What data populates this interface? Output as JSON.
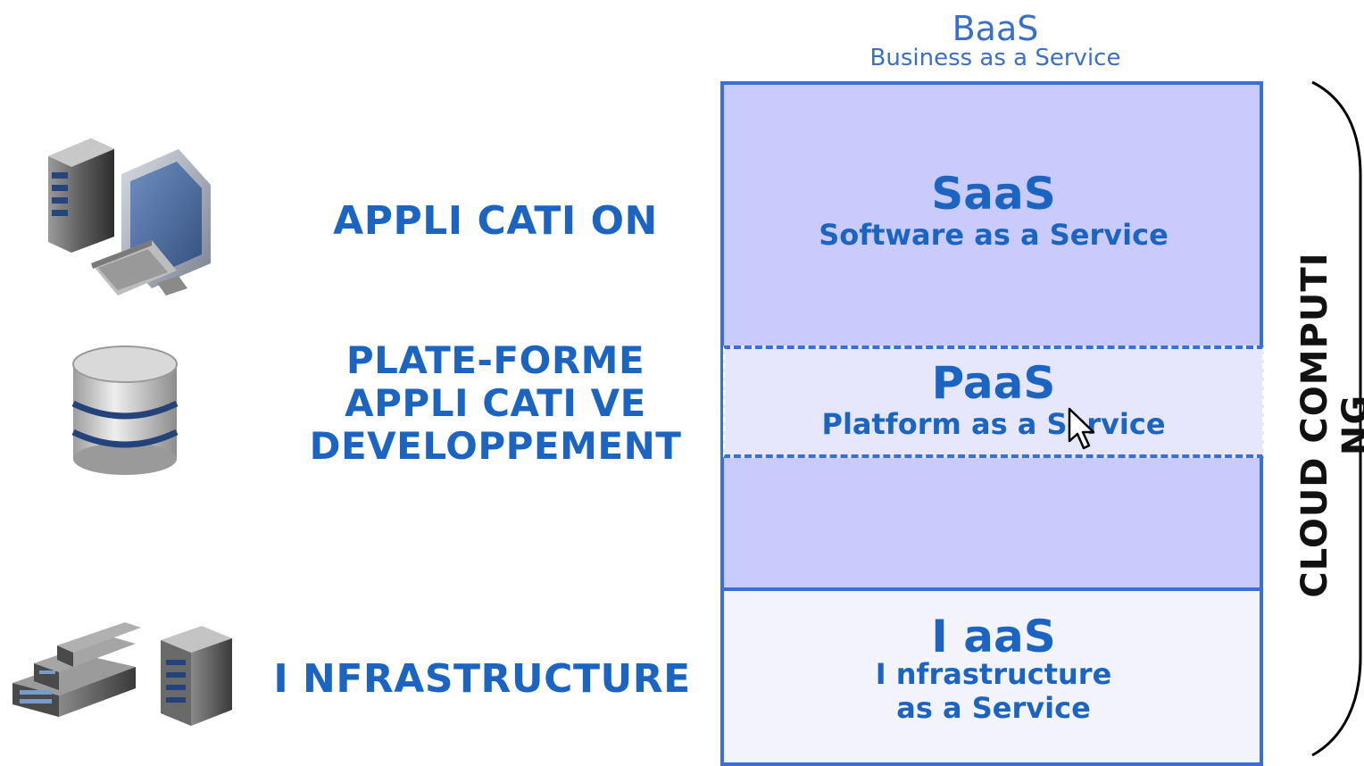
{
  "baas": {
    "title": "BaaS",
    "subtitle": "Business as a Service"
  },
  "layers": {
    "application": "APPLI CATI ON",
    "platform": [
      "PLATE-FORME",
      "APPLI CATI VE",
      "DEVELOPPEMENT"
    ],
    "infrastructure": "I NFRASTRUCTURE"
  },
  "services": {
    "saas": {
      "title": "SaaS",
      "subtitle": "Software as a Service"
    },
    "paas": {
      "title": "PaaS",
      "subtitle": "Platform as a Service"
    },
    "iaas": {
      "title": "I aaS",
      "subtitle_line1": "I nfrastructure",
      "subtitle_line2": "as a Service"
    }
  },
  "cloud_label": "CLOUD COMPUTI NG",
  "icons": {
    "application": "desktop-computer-icon",
    "platform": "database-icon",
    "infrastructure": "server-rack-icon"
  },
  "colors": {
    "accent": "#1c64c2",
    "stack_fill": "#c8cbfb",
    "stack_border": "#3a6fd8",
    "paas_fill": "#e6e7fd",
    "iaas_fill": "#f2f3fb"
  }
}
